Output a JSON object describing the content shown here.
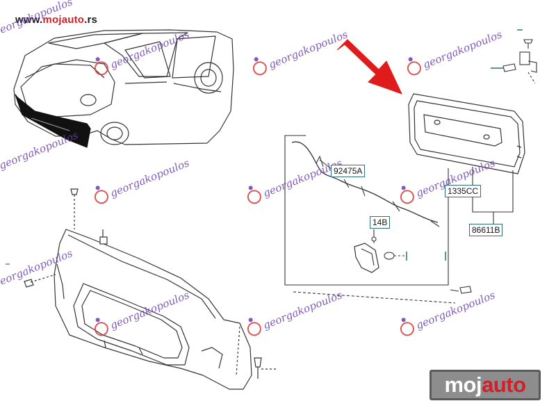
{
  "header": {
    "url_prefix": "www.",
    "url_brand": "mojauto",
    "url_suffix": ".rs"
  },
  "watermark": {
    "text": "georgakopoulos"
  },
  "parts": [
    {
      "code": "92475A"
    },
    {
      "code": "14B"
    },
    {
      "code": "1335CC"
    },
    {
      "code": "86611B"
    }
  ],
  "logo": {
    "part1": "moj",
    "part2": "auto"
  },
  "colors": {
    "arrow": "#e01b1b",
    "line": "#333333",
    "label_border": "#2a6f7a",
    "watermark_text": "#6a3fb0",
    "watermark_logo": "#d43a3a",
    "brand_red": "#d0202a"
  }
}
